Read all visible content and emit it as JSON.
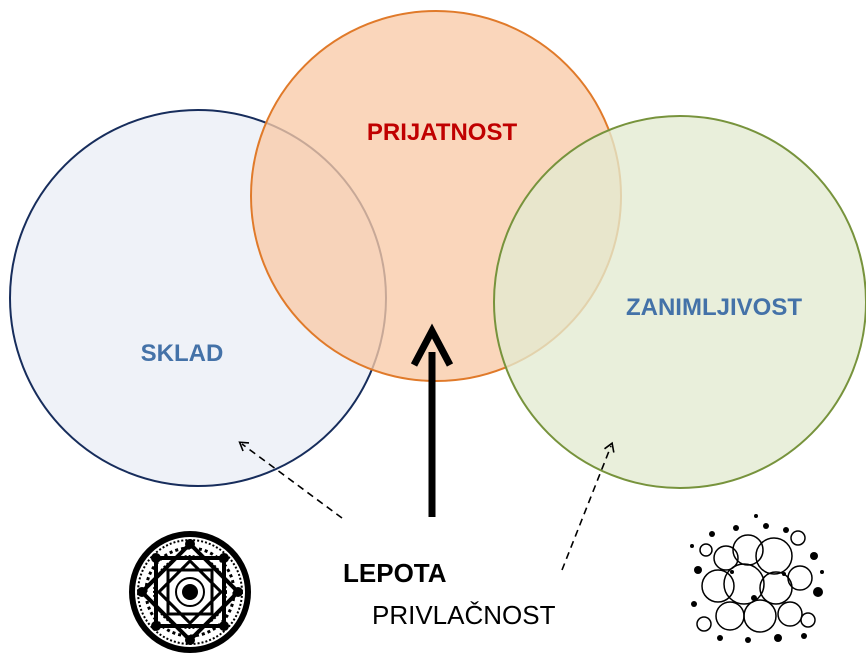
{
  "diagram": {
    "circles": [
      {
        "id": "sklad",
        "label": "SKLAD",
        "fill": "#eaeef6",
        "stroke": "#172d5c",
        "label_color": "#4472a8"
      },
      {
        "id": "prijatnost",
        "label": "PRIJATNOST",
        "fill": "#f9cba8",
        "stroke": "#e07a2a",
        "label_color": "#c00000"
      },
      {
        "id": "zanimljivost",
        "label": "ZANIMLJIVOST",
        "fill": "#e3ebd1",
        "stroke": "#77933c",
        "label_color": "#4472a8"
      }
    ],
    "caption_main": "LEPOTA",
    "caption_sub": "PRIVLAČNOST",
    "left_pattern_icon": "ornamental-star-pattern-icon",
    "right_pattern_icon": "scattered-circles-pattern-icon"
  }
}
